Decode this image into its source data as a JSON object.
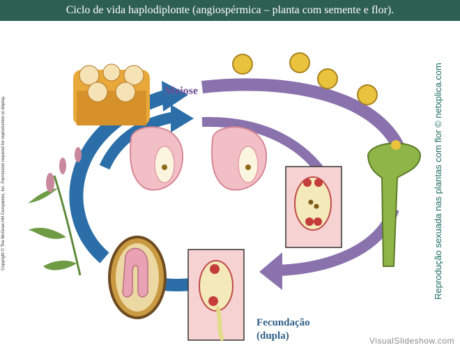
{
  "title": "Ciclo de vida haplodiplonte (angiospérmica – planta com semente e flor).",
  "labels": {
    "meiose": "Meiose",
    "fecundacao_line1": "Fecundação",
    "fecundacao_line2": "(dupla)"
  },
  "side_text": "Reprodução sexuada nas plantas com flor © netxplica.com",
  "copyright": "Copyright © The McGraw-Hill Companies, Inc. Permission required for reproduction or display.",
  "watermark": "VisualSlideshow.com",
  "colors": {
    "title_bg": "#2d5f52",
    "blue_arrow": "#2c6fa8",
    "purple_arrow": "#8a72ad",
    "side_text": "#1e6d62"
  }
}
